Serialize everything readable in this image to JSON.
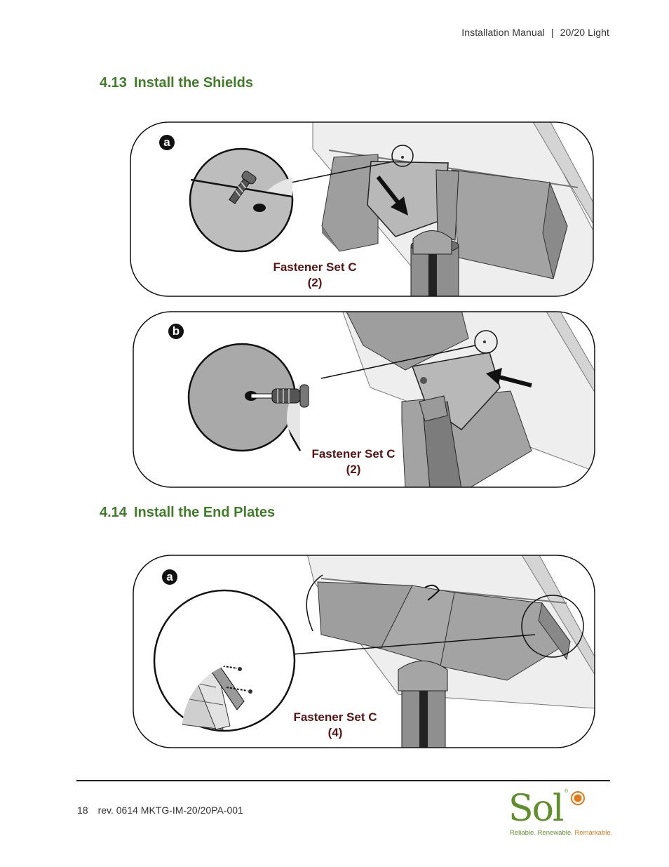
{
  "header": {
    "manual": "Installation Manual",
    "separator": "|",
    "product": "20/20 Light"
  },
  "sections": [
    {
      "number": "4.13",
      "title": "Install the Shields",
      "figures": [
        {
          "badge": "a",
          "caption_line1": "Fastener Set C",
          "caption_line2": "(2)"
        },
        {
          "badge": "b",
          "caption_line1": "Fastener Set C",
          "caption_line2": "(2)"
        }
      ]
    },
    {
      "number": "4.14",
      "title": "Install the End Plates",
      "figures": [
        {
          "badge": "a",
          "caption_line1": "Fastener Set C",
          "caption_line2": "(4)"
        }
      ]
    }
  ],
  "footer": {
    "page_number": "18",
    "revision": "rev. 0614 MKTG-IM-20/20PA-001"
  },
  "logo": {
    "word": "Sol",
    "registered": "®",
    "tagline_part1": "Reliable. Renewable.",
    "tagline_part2": "Remarkable.",
    "green": "#5f8f2b",
    "orange": "#e07b1a"
  },
  "colors": {
    "section_title": "#3f7d28",
    "caption": "#5a1212"
  }
}
